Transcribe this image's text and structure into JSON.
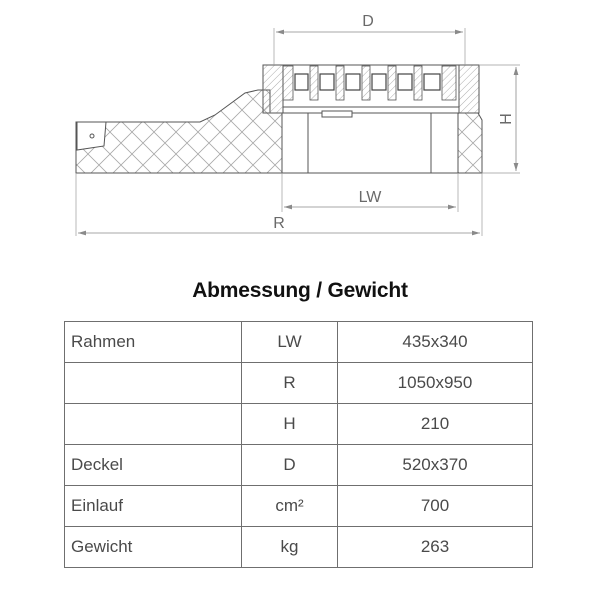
{
  "drawing": {
    "dimension_labels": {
      "D": "D",
      "H": "H",
      "LW": "LW",
      "R": "R"
    },
    "colors": {
      "line": "#555555",
      "dimension_line": "#8a8a8a",
      "hatch": "#9a9a9a"
    }
  },
  "table": {
    "title": "Abmessung / Gewicht",
    "rows": [
      {
        "component": "Rahmen",
        "symbol": "LW",
        "value": "435x340"
      },
      {
        "component": "",
        "symbol": "R",
        "value": "1050x950"
      },
      {
        "component": "",
        "symbol": "H",
        "value": "210"
      },
      {
        "component": "Deckel",
        "symbol": "D",
        "value": "520x370"
      },
      {
        "component": "Einlauf",
        "symbol": "cm²",
        "value": "700"
      },
      {
        "component": "Gewicht",
        "symbol": "kg",
        "value": "263"
      }
    ]
  }
}
